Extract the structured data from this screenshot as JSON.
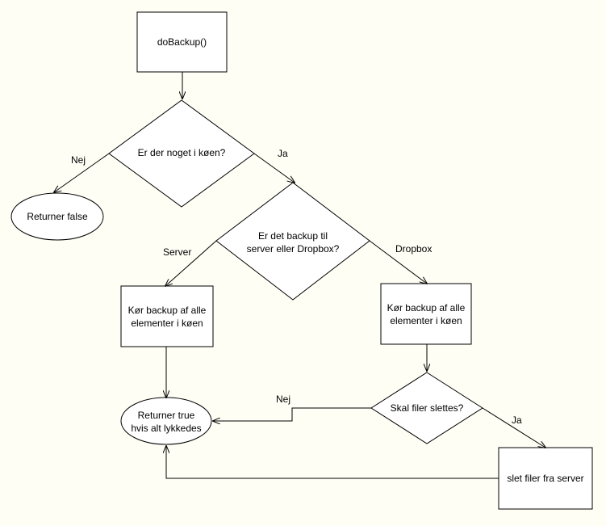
{
  "nodes": {
    "start": "doBackup()",
    "queue_check": "Er der noget i køen?",
    "return_false": "Returner false",
    "destination_check": "Er det backup til\nserver eller Dropbox?",
    "backup_server": "Kør backup af alle\nelementer i køen",
    "backup_dropbox": "Kør backup af alle\nelementer i køen",
    "delete_check": "Skal filer slettes?",
    "return_true": "Returner true\nhvis alt lykkedes",
    "delete_files": "slet filer fra server"
  },
  "edges": {
    "queue_no": "Nej",
    "queue_yes": "Ja",
    "dest_server": "Server",
    "dest_dropbox": "Dropbox",
    "delete_no": "Nej",
    "delete_yes": "Ja"
  },
  "colors": {
    "background": "#fffef5",
    "stroke": "#000000",
    "shape_fill": "#ffffff"
  }
}
